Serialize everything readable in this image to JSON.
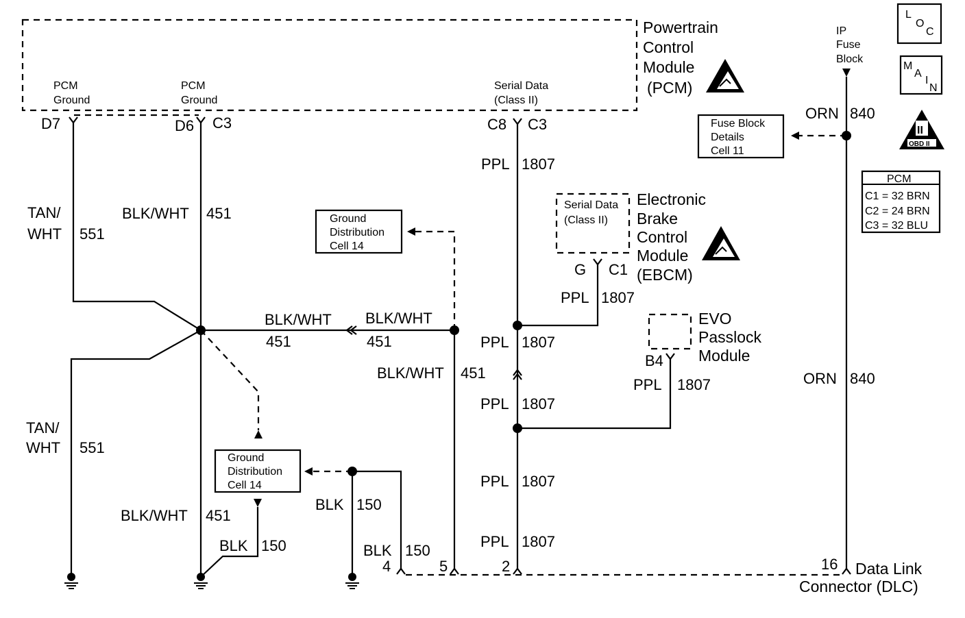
{
  "pcm": {
    "title_line1": "Powertrain",
    "title_line2": "Control",
    "title_line3": "Module",
    "title_line4": "(PCM)",
    "pin_label_1a": "PCM",
    "pin_label_1b": "Ground",
    "pin_label_2a": "PCM",
    "pin_label_2b": "Ground",
    "pin_label_3a": "Serial Data",
    "pin_label_3b": "(Class II)",
    "pin_d7": "D7",
    "pin_d6": "D6",
    "pin_d6_conn": "C3",
    "pin_c8": "C8",
    "pin_c8_conn": "C3"
  },
  "ip_fuse": {
    "line1": "IP",
    "line2": "Fuse",
    "line3": "Block"
  },
  "fuse_details": {
    "line1": "Fuse Block",
    "line2": "Details",
    "line3": "Cell 11"
  },
  "icons": {
    "loc_l": "L",
    "loc_o": "O",
    "loc_c": "C",
    "main_m": "M",
    "main_a": "A",
    "main_i": "I",
    "main_n": "N",
    "obd_top": "II",
    "obd_bottom": "OBD II"
  },
  "pcm_connectors": {
    "header": "PCM",
    "c1": "C1 = 32 BRN",
    "c2": "C2 = 24 BRN",
    "c3": "C3 = 32 BLU"
  },
  "ebcm": {
    "inner_line1": "Serial Data",
    "inner_line2": "(Class II)",
    "title_line1": "Electronic",
    "title_line2": "Brake",
    "title_line3": "Control",
    "title_line4": "Module",
    "title_line5": "(EBCM)",
    "pin_g": "G",
    "pin_conn": "C1"
  },
  "evo": {
    "line1": "EVO",
    "line2": "Passlock",
    "line3": "Module",
    "pin": "B4"
  },
  "ground_dist_1": {
    "line1": "Ground",
    "line2": "Distribution",
    "line3": "Cell 14"
  },
  "ground_dist_2": {
    "line1": "Ground",
    "line2": "Distribution",
    "line3": "Cell 14"
  },
  "wires": {
    "tanwht_top_color1": "TAN/",
    "tanwht_top_color2": "WHT",
    "tanwht_top_num": "551",
    "tanwht_bot_color1": "TAN/",
    "tanwht_bot_color2": "WHT",
    "tanwht_bot_num": "551",
    "blkwht_top_color": "BLK/WHT",
    "blkwht_top_num": "451",
    "blkwht_h1_color": "BLK/WHT",
    "blkwht_h1_num": "451",
    "blkwht_h2_color": "BLK/WHT",
    "blkwht_h2_num": "451",
    "blkwht_v5_color": "BLK/WHT",
    "blkwht_v5_num": "451",
    "blkwht_bot_color": "BLK/WHT",
    "blkwht_bot_num": "451",
    "blk150_a_color": "BLK",
    "blk150_a_num": "150",
    "blk150_b_color": "BLK",
    "blk150_b_num": "150",
    "blk150_c_color": "BLK",
    "blk150_c_num": "150",
    "ppl_1_color": "PPL",
    "ppl_1_num": "1807",
    "ppl_2_color": "PPL",
    "ppl_2_num": "1807",
    "ppl_3_color": "PPL",
    "ppl_3_num": "1807",
    "ppl_4_color": "PPL",
    "ppl_4_num": "1807",
    "ppl_5_color": "PPL",
    "ppl_5_num": "1807",
    "ppl_ebcm_color": "PPL",
    "ppl_ebcm_num": "1807",
    "ppl_evo_color": "PPL",
    "ppl_evo_num": "1807",
    "orn_top_color": "ORN",
    "orn_top_num": "840",
    "orn_bot_color": "ORN",
    "orn_bot_num": "840"
  },
  "dlc": {
    "pin4": "4",
    "pin5": "5",
    "pin2": "2",
    "pin16": "16",
    "line1": "Data Link",
    "line2": "Connector (DLC)"
  }
}
